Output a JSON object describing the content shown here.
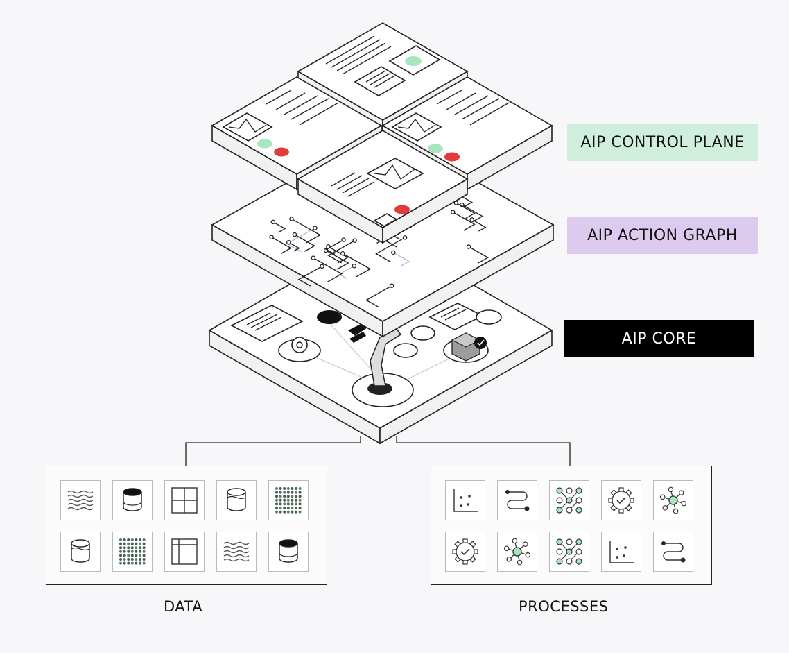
{
  "layers": {
    "control_plane": "AIP CONTROL PLANE",
    "action_graph": "AIP ACTION GRAPH",
    "core": "AIP CORE"
  },
  "colors": {
    "control_plane_bg": "#cfeedd",
    "action_graph_bg": "#dccbee",
    "core_bg": "#000000",
    "status_green": "#a8e6c0",
    "status_red": "#e03a3a"
  },
  "captions": {
    "data": "DATA",
    "processes": "PROCESSES"
  },
  "data_icons": [
    "waves-icon",
    "database-dark-icon",
    "grid-icon",
    "database-wave-icon",
    "dot-matrix-icon",
    "database-wave-icon",
    "dot-matrix-icon",
    "table-icon",
    "waves-icon",
    "database-dark-icon"
  ],
  "process_icons": [
    "scatter-icon",
    "route-icon",
    "node-grid-icon",
    "gear-check-icon",
    "network-hub-icon",
    "gear-check-icon",
    "network-hub-icon",
    "node-grid-icon",
    "scatter-icon",
    "route-icon"
  ]
}
